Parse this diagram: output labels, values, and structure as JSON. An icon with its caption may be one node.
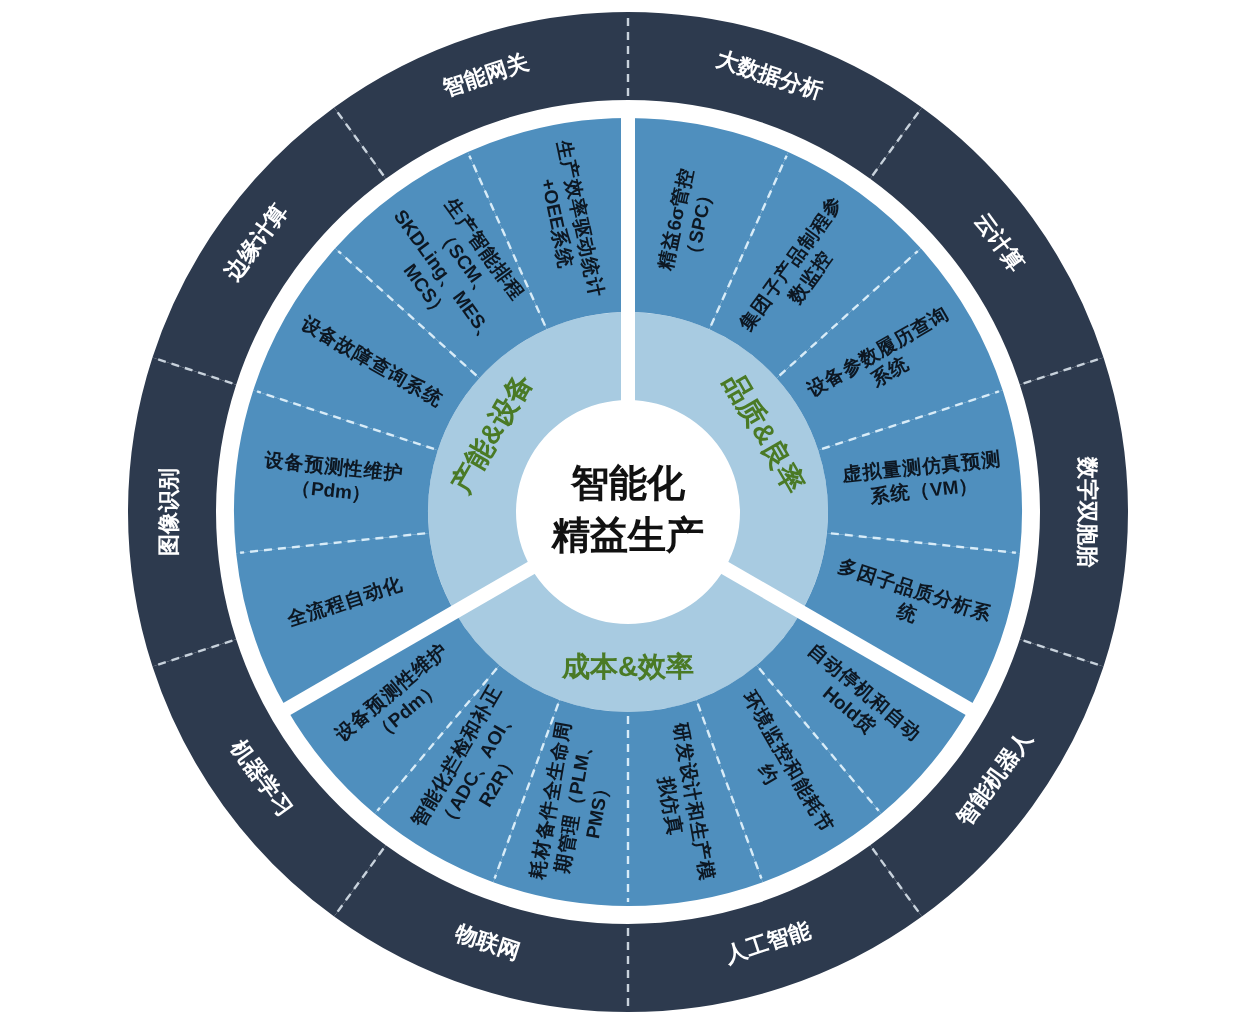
{
  "diagram": {
    "nodes": [
      {
        "text": [
          "智能化",
          "精益生产"
        ]
      },
      {
        "text": [
          "产能&设备"
        ]
      },
      {
        "text": [
          "品质&良率"
        ]
      },
      {
        "text": [
          "成本&效率"
        ]
      },
      {
        "text": [
          "全流程自动化"
        ]
      },
      {
        "text": [
          "设备预测性维护（Pdm）"
        ]
      },
      {
        "text": [
          "设备故障查询系统"
        ]
      },
      {
        "text": [
          "生产智能排程（SCM、SKDLing、MES、MCS）"
        ]
      },
      {
        "text": [
          "生产效率驱动统计+OEE系统"
        ]
      },
      {
        "text": [
          "精益6σ管控（SPC）"
        ]
      },
      {
        "text": [
          "集团子产品制程参数监控"
        ]
      },
      {
        "text": [
          "设备参数履历查询系统"
        ]
      },
      {
        "text": [
          "虚拟量测仿真预测系统（VM）"
        ]
      },
      {
        "text": [
          "多因子品质分析系统"
        ]
      },
      {
        "text": [
          "自动停机和自动Hold货"
        ]
      },
      {
        "text": [
          "环境监控和能耗节约"
        ]
      },
      {
        "text": [
          "研发设计和生产模拟仿真"
        ]
      },
      {
        "text": [
          "耗材备件全生命周期管理（PLM、PMS）"
        ]
      },
      {
        "text": [
          "智能化拦检和补正（ADC、AOI、R2R）"
        ]
      },
      {
        "text": [
          "设备预测性维护（Pdm）"
        ]
      },
      {
        "text": [
          "智能网关"
        ]
      },
      {
        "text": [
          "大数据分析"
        ]
      },
      {
        "text": [
          "云计算"
        ]
      },
      {
        "text": [
          "数字双胞胎"
        ]
      },
      {
        "text": [
          "智能机器人"
        ]
      },
      {
        "text": [
          "人工智能"
        ]
      },
      {
        "text": [
          "物联网"
        ]
      },
      {
        "text": [
          "机器学习"
        ]
      },
      {
        "text": [
          "图像识别"
        ]
      },
      {
        "text": [
          "边缘计算"
        ]
      }
    ]
  }
}
